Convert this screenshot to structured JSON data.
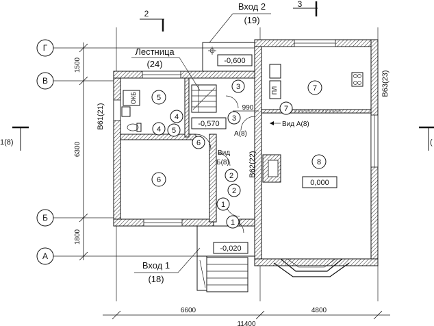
{
  "entrances": [
    {
      "title": "Вход 2",
      "number": "(19)"
    },
    {
      "title": "Вход 1",
      "number": "(18)"
    }
  ],
  "stair": {
    "title": "Лестница",
    "number": "(24)"
  },
  "section_marks": [
    "2",
    "3",
    "1(8)"
  ],
  "axes": [
    "Г",
    "В",
    "Б",
    "А"
  ],
  "rooms": [
    {
      "label": "5"
    },
    {
      "label": "6"
    },
    {
      "label": "7"
    },
    {
      "label": "8"
    },
    {
      "label": "2"
    },
    {
      "label": "1"
    },
    {
      "label": "3"
    },
    {
      "label": "4"
    }
  ],
  "door_marks": [
    "1",
    "1",
    "2",
    "2",
    "3",
    "3",
    "4",
    "4",
    "5",
    "6",
    "7"
  ],
  "levels": [
    "-0,600",
    "-0,570",
    "0,000",
    "-0,020"
  ],
  "views": [
    {
      "line1": "Вид",
      "line2": "Б(8)"
    },
    {
      "line1": "Вид А(8)",
      "line2": ""
    }
  ],
  "views_short": [
    "А(8)"
  ],
  "sections": [
    "В61(21)",
    "В62(22)",
    "В63(23)"
  ],
  "dimensions": {
    "vertical": [
      "1500",
      "6300",
      "1800"
    ],
    "horizontal": [
      "6600",
      "4800",
      "11400"
    ],
    "inner": "990"
  },
  "fixtures": {
    "boiler": "ОКБ",
    "stove": "ПЛ"
  }
}
